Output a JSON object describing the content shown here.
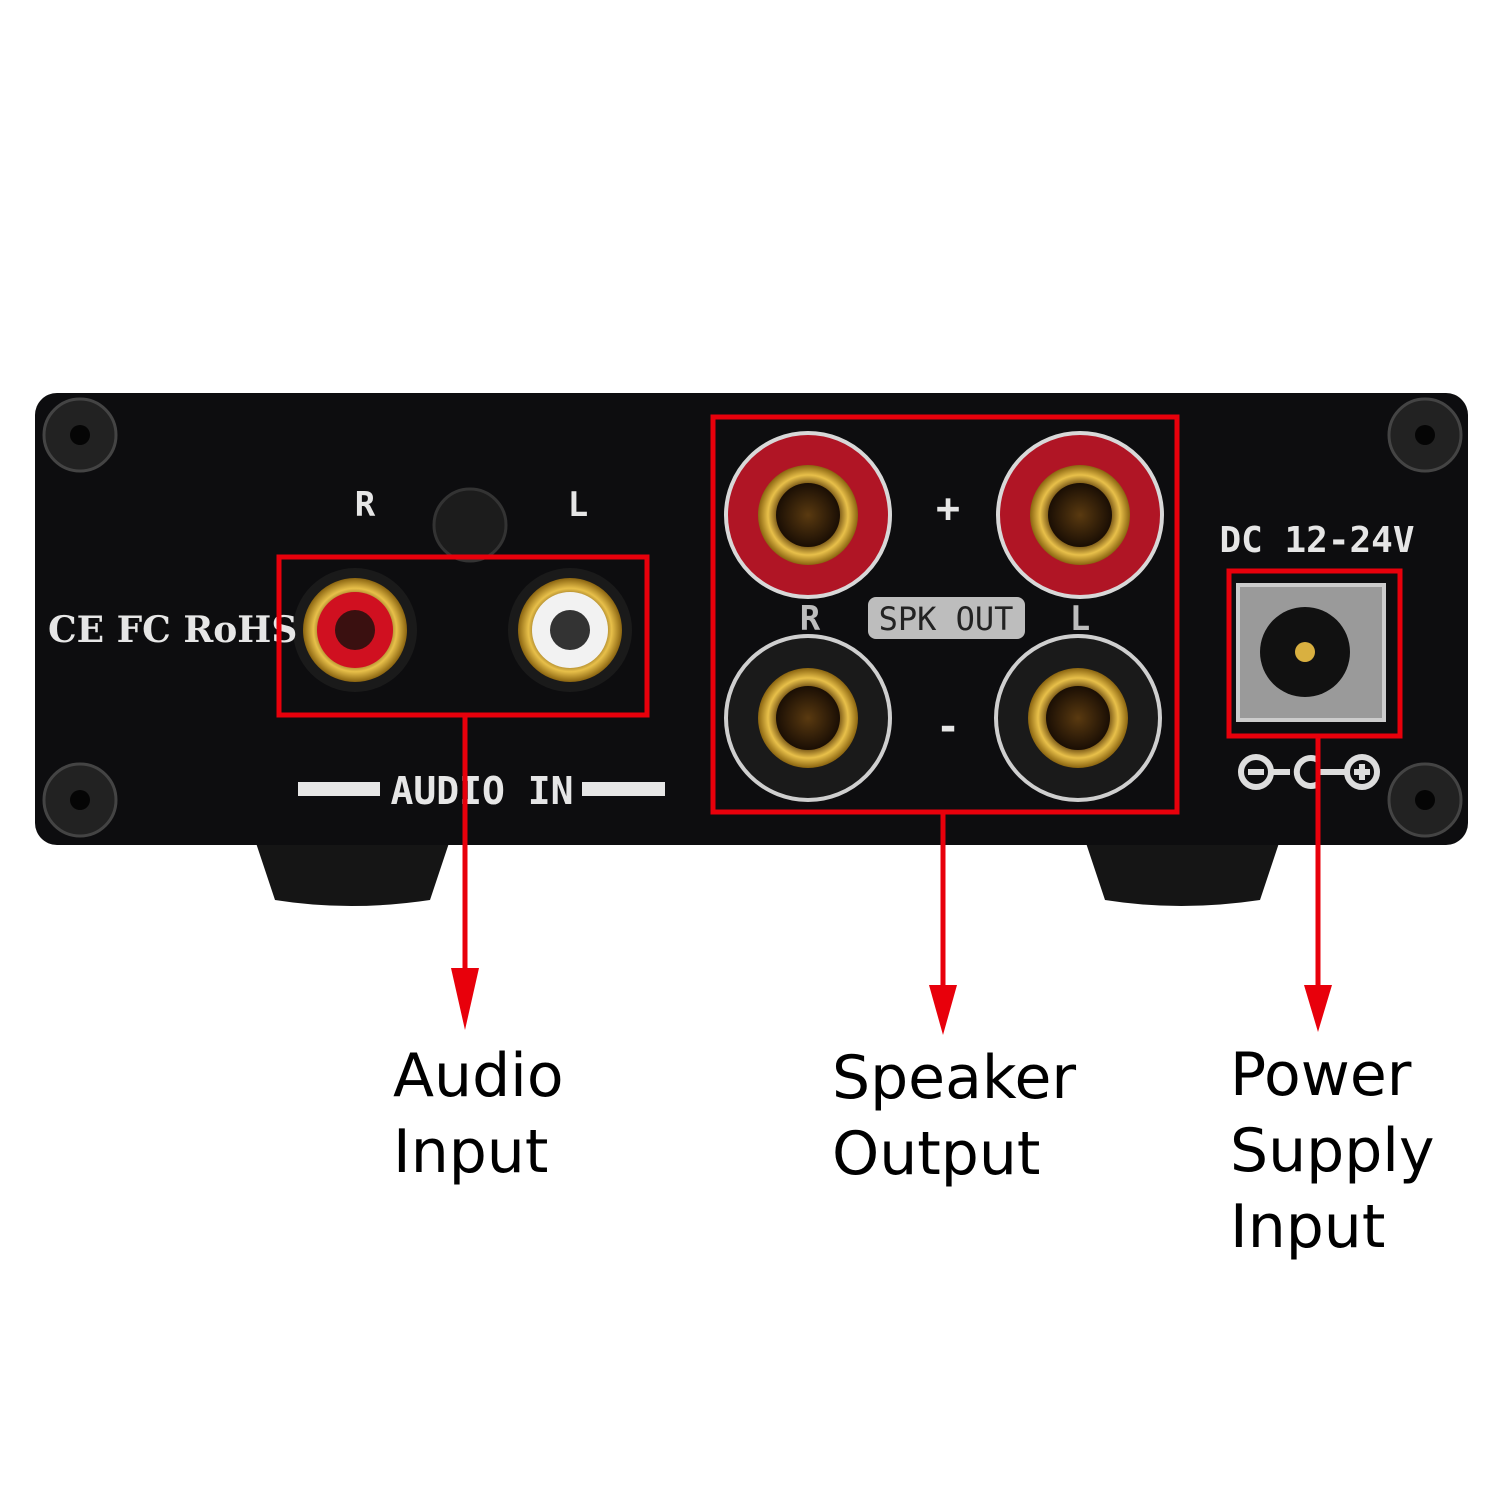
{
  "device_labels": {
    "rca_right": "R",
    "rca_left": "L",
    "certifications": "CE FC RoHS",
    "audio_in": "AUDIO IN",
    "plus": "+",
    "minus": "-",
    "spk_right": "R",
    "spk_left": "L",
    "spk_out": "SPK OUT",
    "dc_rating": "DC 12-24V"
  },
  "callouts": [
    {
      "lines": [
        "Audio",
        "Input"
      ]
    },
    {
      "lines": [
        "Speaker",
        "Output"
      ]
    },
    {
      "lines": [
        "Power",
        "Supply",
        "Input"
      ]
    }
  ],
  "colors": {
    "annotation": "#e8000b",
    "panel": "#0d0d0f",
    "label": "#e6e6e6"
  }
}
